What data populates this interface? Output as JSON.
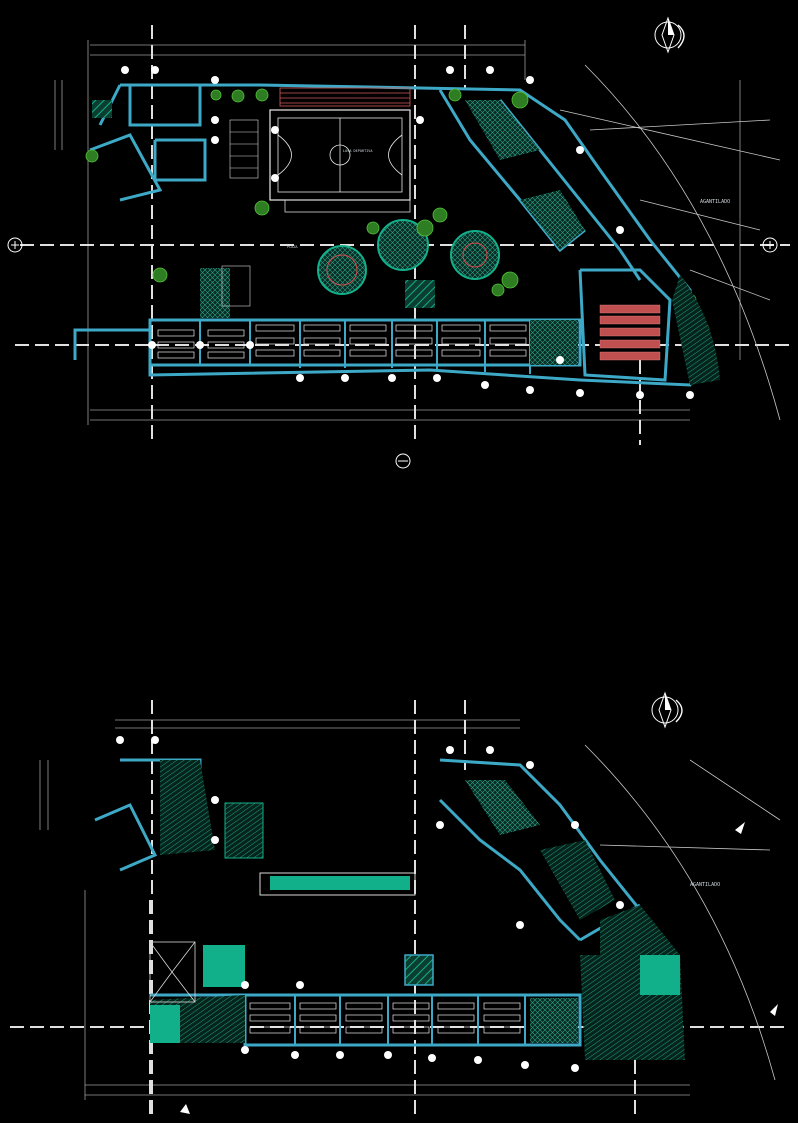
{
  "drawing": {
    "upper_plan": {
      "street_label": "AGANTILADO",
      "court_label": "LOSA DEPORTIVA",
      "plaza_label": "PLAZA"
    },
    "lower_plan": {
      "street_label": "AGANTILADO"
    }
  },
  "colors": {
    "background": "#000000",
    "wall": "#3da9c7",
    "hatch": "#12b08a",
    "grid_line": "#d8d8d8",
    "dim_line": "#9a9a9a",
    "tree": "#3c9c2a",
    "furniture": "#e8e8e8",
    "accent_red": "#d84a4a"
  },
  "icons": [
    "north-arrow-icon",
    "section-marker-icon",
    "grid-bubble-icon"
  ]
}
